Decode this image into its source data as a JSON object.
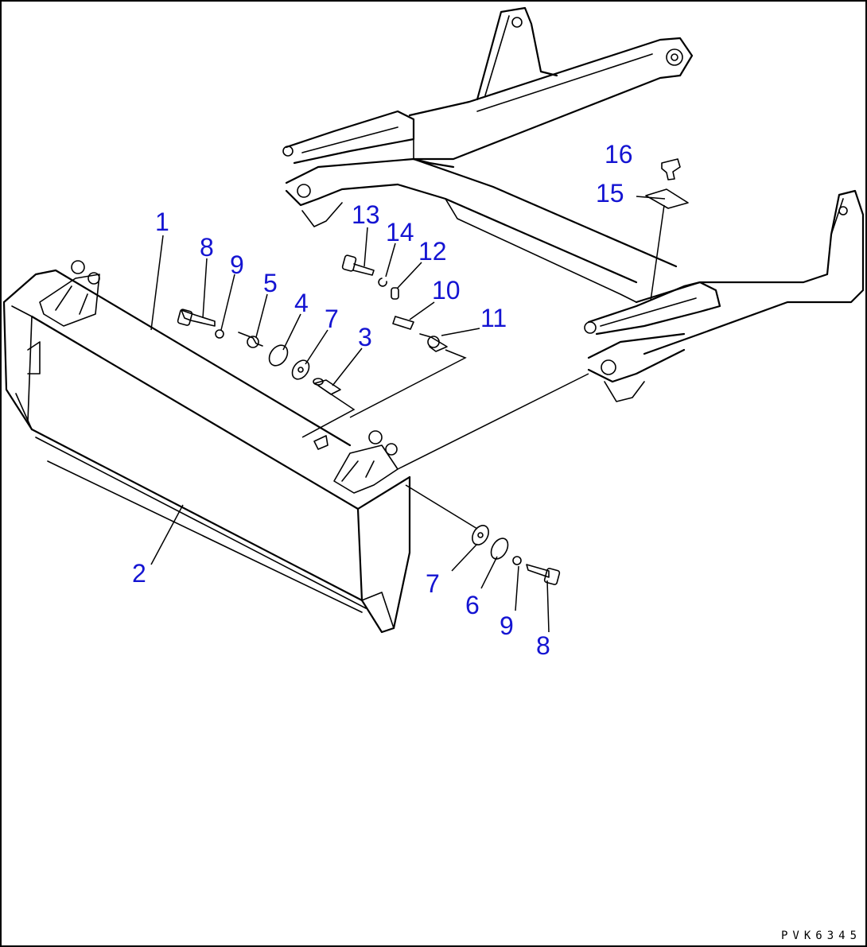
{
  "diagram": {
    "drawing_code": "PVK6345",
    "callouts": [
      {
        "id": "c1",
        "text": "1"
      },
      {
        "id": "c2",
        "text": "2"
      },
      {
        "id": "c3",
        "text": "3"
      },
      {
        "id": "c4",
        "text": "4"
      },
      {
        "id": "c5",
        "text": "5"
      },
      {
        "id": "c6",
        "text": "6"
      },
      {
        "id": "c7a",
        "text": "7"
      },
      {
        "id": "c7b",
        "text": "7"
      },
      {
        "id": "c8a",
        "text": "8"
      },
      {
        "id": "c8b",
        "text": "8"
      },
      {
        "id": "c9a",
        "text": "9"
      },
      {
        "id": "c9b",
        "text": "9"
      },
      {
        "id": "c10",
        "text": "10"
      },
      {
        "id": "c11",
        "text": "11"
      },
      {
        "id": "c12",
        "text": "12"
      },
      {
        "id": "c13",
        "text": "13"
      },
      {
        "id": "c14",
        "text": "14"
      },
      {
        "id": "c15",
        "text": "15"
      },
      {
        "id": "c16",
        "text": "16"
      }
    ],
    "colors": {
      "callout": "#1414d2",
      "line": "#000000",
      "background": "#ffffff"
    }
  }
}
